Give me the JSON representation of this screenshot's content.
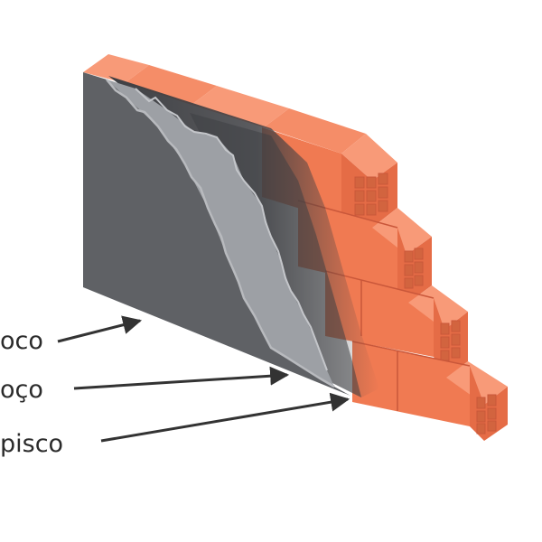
{
  "labels": [
    {
      "text": "oco",
      "target": "reboco"
    },
    {
      "text": "oço",
      "target": "emboco"
    },
    {
      "text": "pisco",
      "target": "chapisco"
    }
  ],
  "colors": {
    "brick": "#f07a52",
    "brick_light": "#f89a78",
    "brick_dark": "#c9573a",
    "brick_hole": "#d2643f",
    "reboco": "#5f6165",
    "emboco": "#9da0a5",
    "chapisco": "#3e3f43",
    "arrow": "#333333",
    "text": "#2b2b2b"
  }
}
